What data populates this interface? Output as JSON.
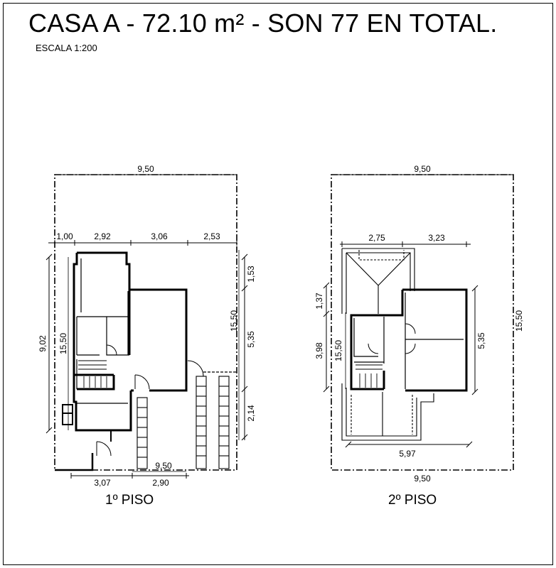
{
  "title": "CASA A - 72.10 m² - SON 77 EN TOTAL.",
  "scale": "ESCALA  1:200",
  "plans": {
    "first_floor": {
      "label": "1º PISO",
      "dims": {
        "top_total": "9,50",
        "top_1": "1,00",
        "top_2": "2,92",
        "top_3": "3,06",
        "top_4": "2,53",
        "left_total": "9,02",
        "left_inner": "15,50",
        "right_total": "15,50",
        "right_1": "1,53",
        "right_2": "5,35",
        "right_3": "2,14",
        "bottom_total": "9,50",
        "bottom_1": "3,07",
        "bottom_2": "2,90"
      }
    },
    "second_floor": {
      "label": "2º PISO",
      "dims": {
        "top_total": "9,50",
        "top_1": "2,75",
        "top_2": "3,23",
        "left_1": "1,37",
        "left_2": "3,98",
        "left_inner": "15,50",
        "right_total": "15,50",
        "right_1": "5,35",
        "bottom_inner": "5,97",
        "bottom_total": "9,50"
      }
    }
  },
  "colors": {
    "ink": "#000000",
    "background": "#ffffff"
  }
}
